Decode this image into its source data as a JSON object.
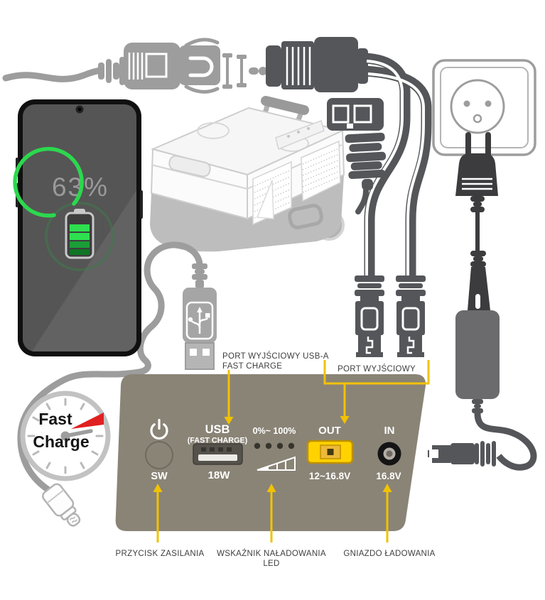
{
  "phone": {
    "battery_percent": "63%"
  },
  "gauge": {
    "word1": "Fast",
    "word2": "Charge"
  },
  "panel": {
    "power_switch": {
      "label": "SW"
    },
    "usb": {
      "label": "USB",
      "sublabel": "(FAST CHARGE)",
      "power": "18W"
    },
    "led": {
      "range": "0%~ 100%"
    },
    "out": {
      "label": "OUT",
      "voltage": "12~16.8V"
    },
    "in": {
      "label": "IN",
      "voltage": "16.8V"
    }
  },
  "callouts": {
    "usb_port": {
      "line1": "PORT WYJŚCIOWY USB-A",
      "line2": "FAST CHARGE"
    },
    "out_ports": {
      "label": "PORT WYJŚCIOWY"
    },
    "power_button": {
      "label": "PRZYCISK ZASILANIA"
    },
    "led_indicator": {
      "line1": "WSKAŹNIK NAŁADOWANIA",
      "line2": "LED"
    },
    "charging_socket": {
      "label": "GNIAZDO ŁADOWANIA"
    }
  },
  "colors": {
    "accent_yellow": "#f2c200",
    "panel_bg": "#8a8477",
    "out_port_yellow": "#ffd200",
    "fast_charge_red": "#e02020",
    "battery_green": "#2cd84e",
    "illustration_gray": "#9d9d9d",
    "dark_gray": "#55565a",
    "label_text": "#3e3e3e"
  }
}
